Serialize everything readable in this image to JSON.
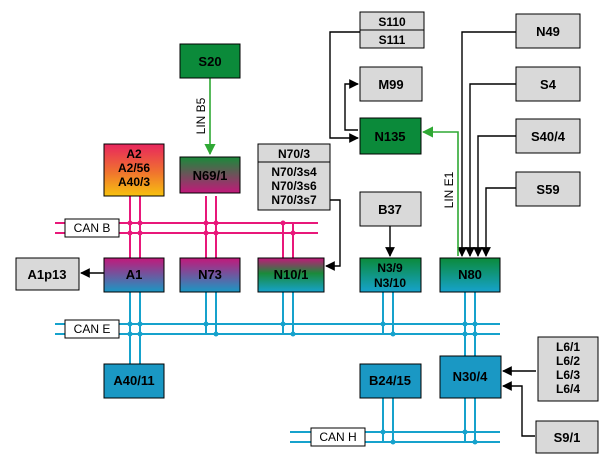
{
  "buses": {
    "can_b": "CAN B",
    "can_e": "CAN E",
    "can_h": "CAN H",
    "lin_b5": "LIN B5",
    "lin_e1": "LIN E1"
  },
  "modules": {
    "s20": "S20",
    "a2": [
      "A2",
      "A2/56",
      "A40/3"
    ],
    "n69_1": "N69/1",
    "n70": [
      "N70/3",
      "N70/3s4",
      "N70/3s6",
      "N70/3s7"
    ],
    "s110": "S110",
    "s111": "S111",
    "m99": "M99",
    "n135": "N135",
    "n49": "N49",
    "s4": "S4",
    "s40_4": "S40/4",
    "s59": "S59",
    "b37": "B37",
    "a1p13": "A1p13",
    "a1": "A1",
    "n73": "N73",
    "n10_1": "N10/1",
    "n3": [
      "N3/9",
      "N3/10"
    ],
    "n80": "N80",
    "a40_11": "A40/11",
    "b24_15": "B24/15",
    "n30_4": "N30/4",
    "l6": [
      "L6/1",
      "L6/2",
      "L6/3",
      "L6/4"
    ],
    "s9_1": "S9/1"
  },
  "colors": {
    "module_grey": "#d9d9d9",
    "module_green": "#0b8a3a",
    "module_blue": "#1a98c4",
    "module_magenta": "#c2187a",
    "can_b_line": "#e8187a",
    "can_e_line": "#16a2cc",
    "lin_line": "#2fa834"
  }
}
